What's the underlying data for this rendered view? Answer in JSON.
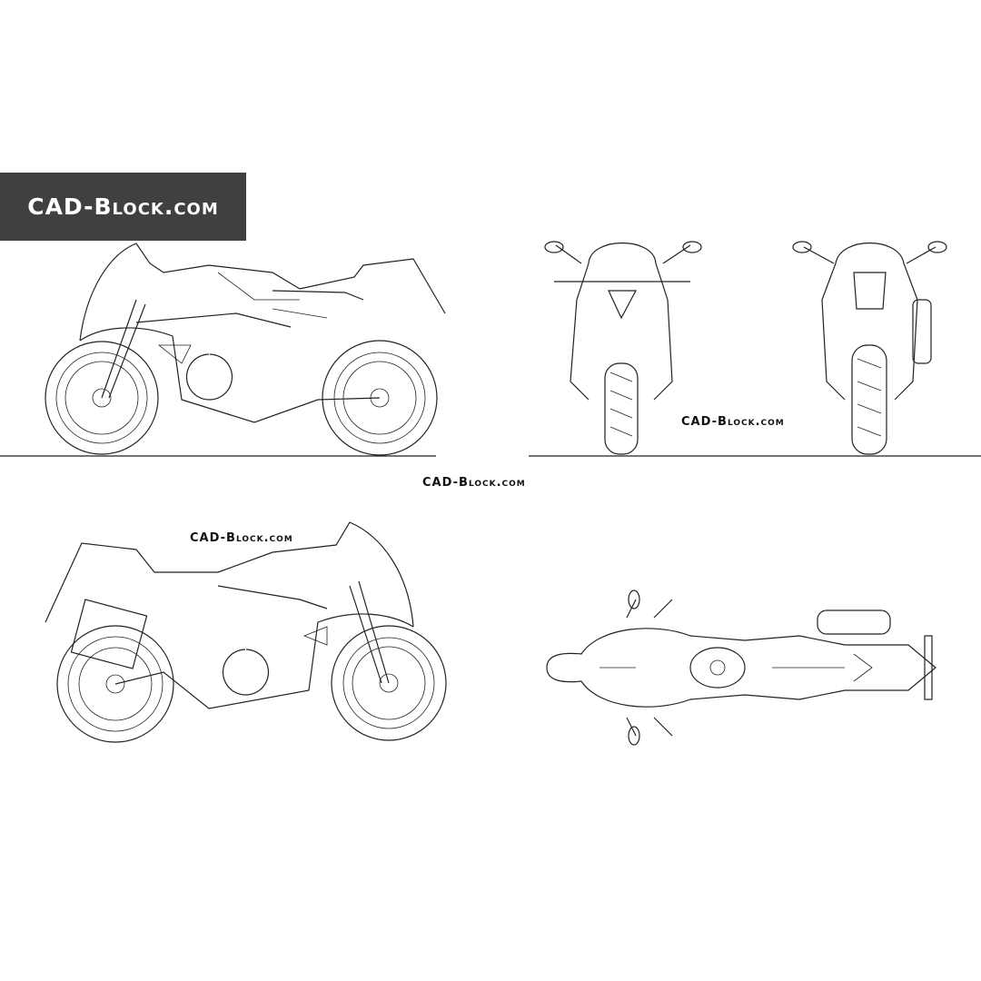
{
  "banner": {
    "text": "CAD-Block.com",
    "background": "#404040",
    "color": "#ffffff"
  },
  "watermarks": [
    "CAD-Block.com",
    "CAD-Block.com",
    "CAD-Block.com"
  ],
  "views": [
    "side-left",
    "front",
    "rear",
    "side-right",
    "top"
  ]
}
